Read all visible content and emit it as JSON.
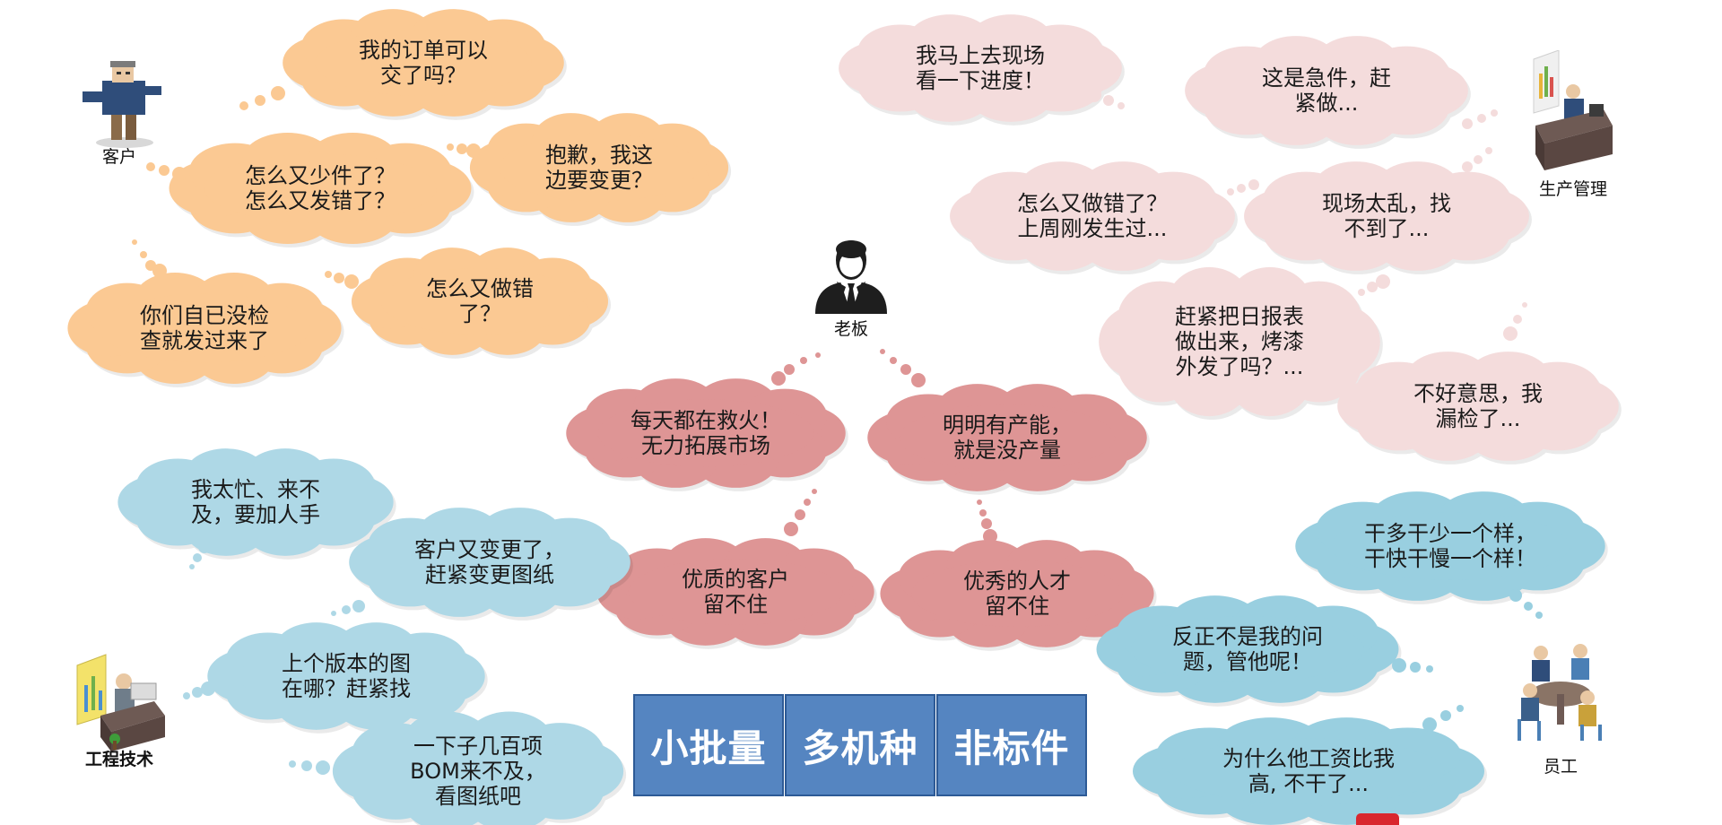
{
  "colors": {
    "customer_cloud": "#fbc993",
    "production_cloud": "#f4dcdc",
    "boss_cloud": "#de9595",
    "engineering_cloud": "#aed8e6",
    "staff_cloud": "#99cfe0",
    "banner_fill": "#5585c1",
    "banner_border": "#2d5a96"
  },
  "avatars": {
    "customer": {
      "label": "客户",
      "icon": "customer-figure-icon"
    },
    "production": {
      "label": "生产管理",
      "icon": "manager-at-desk-icon"
    },
    "boss": {
      "label": "老板",
      "icon": "boss-businessman-icon"
    },
    "engineering": {
      "label": "工程技术",
      "icon": "engineer-at-desk-icon"
    },
    "staff": {
      "label": "员工",
      "icon": "staff-meeting-icon"
    }
  },
  "clouds": {
    "customer": [
      "我的订单可以\n交了吗？",
      "怎么又少件了？\n怎么又发错了？",
      "抱歉，我这\n边要变更？",
      "你们自已没检\n查就发过来了",
      "怎么又做错\n了？"
    ],
    "production": [
      "我马上去现场\n看一下进度！",
      "这是急件，赶\n紧做...",
      "怎么又做错了？\n上周刚发生过...",
      "现场太乱，找\n不到了...",
      "赶紧把日报表\n做出来，烤漆\n外发了吗？...",
      "不好意思，我\n漏检了..."
    ],
    "boss": [
      "每天都在救火！\n无力拓展市场",
      "明明有产能，\n就是没产量",
      "优质的客户\n留不住",
      "优秀的人才\n留不住"
    ],
    "engineering": [
      "我太忙、来不\n及，要加人手",
      "客户又变更了，\n赶紧变更图纸",
      "上个版本的图\n在哪？赶紧找",
      "一下子几百项\nBOM来不及，\n看图纸吧"
    ],
    "staff": [
      "干多干少一个样，\n干快干慢一个样！",
      "反正不是我的问\n题，管他呢！",
      "为什么他工资比我\n高, 不干了..."
    ]
  },
  "banner": {
    "cells": [
      "小批量",
      "多机种",
      "非标件"
    ]
  }
}
